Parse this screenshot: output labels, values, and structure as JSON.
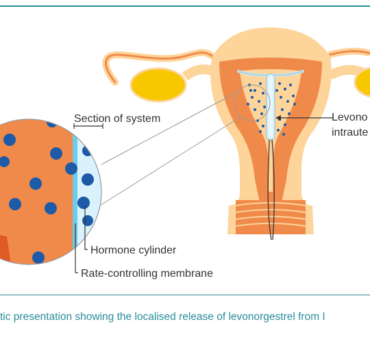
{
  "labels": {
    "section_of_system": "Section of system",
    "hormone_cylinder": "Hormone cylinder",
    "rate_controlling_membrane": "Rate-controlling membrane",
    "device_line1": "Levono",
    "device_line2": "intraute"
  },
  "caption": "tic presentation showing the localised release of levonorgestrel from I",
  "colors": {
    "accent_rule": "#2a8c9a",
    "tissue": "#fdd49a",
    "uterine_wall": "#f08a4b",
    "ovary": "#f7c800",
    "hormone_dot": "#1d5aa8",
    "membrane": "#6fcbea"
  }
}
